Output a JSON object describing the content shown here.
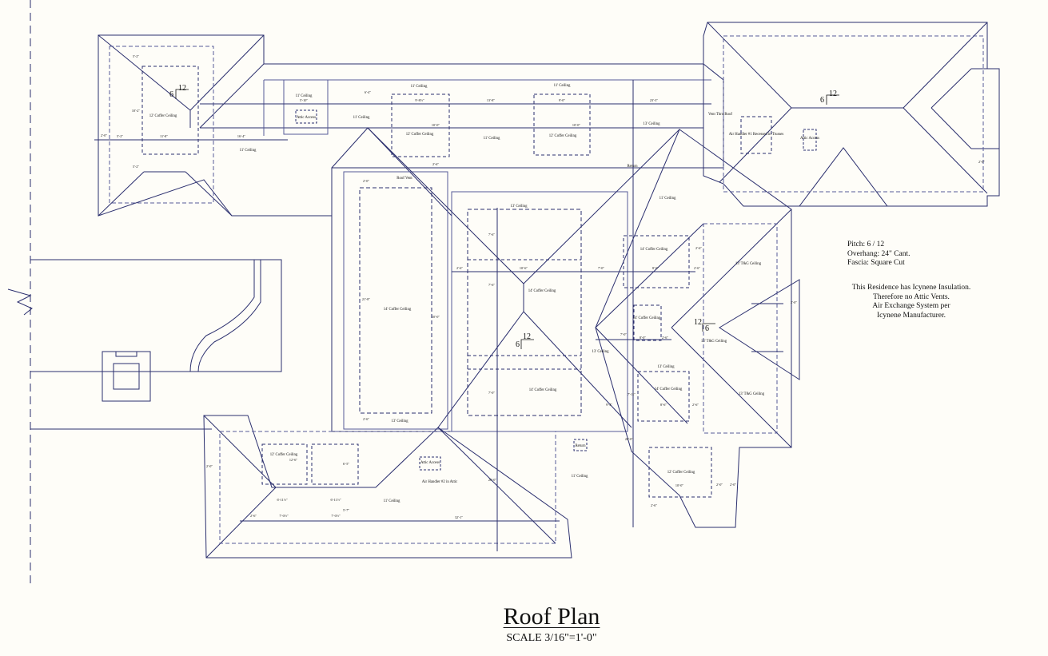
{
  "title": "Roof Plan",
  "scale": "SCALE 3/16\"=1'-0\"",
  "notes": {
    "pitch": "Pitch: 6 / 12",
    "overhang": "Overhang: 24\" Cant.",
    "fascia": "Fascia: Square Cut",
    "insulation_1": "This Residence has Icynene Insulation.",
    "insulation_2": "Therefore no Attic Vents.",
    "insulation_3": "Air Exchange System per",
    "insulation_4": "Icynene Manufacturer."
  },
  "pitch_symbol": {
    "rise": "6",
    "run": "12"
  },
  "rooms": {
    "r1": "12' Coffer Ceiling",
    "r2": "11' Ceiling",
    "r3": "11' Ceiling",
    "r4": "11' Ceiling",
    "r5": "11' Ceiling",
    "r6": "12' Coffer Ceiling",
    "r7": "11' Ceiling",
    "r8": "12' Coffer Ceiling",
    "r9": "11' Ceiling",
    "r10": "13' Ceiling",
    "r11": "Air Handler #1 Recessed in Trusses",
    "r12": "Attic Access",
    "r13": "11' Ceiling",
    "r14": "13' Ceiling",
    "r15": "14' Coffer Ceiling",
    "r16": "14' Coffer Ceiling",
    "r17": "14' Coffer Ceiling",
    "r18": "14' Coffer Ceiling",
    "r19": "13' Ceiling",
    "r20": "13' T&G Ceiling",
    "r21": "13' T&G Ceiling",
    "r22": "13' T&G Ceiling",
    "r23": "14' Coffer Ceiling",
    "r24": "13' Ceiling",
    "r25": "14' Coffer Ceiling",
    "r26": "13' Ceiling",
    "r27": "12' Coffer Ceiling",
    "r28": "Attic Access",
    "r29": "Air Handler #2 in Attic",
    "r30": "11' Ceiling",
    "r31": "11' Ceiling",
    "r32": "12' Coffer Ceiling",
    "r33": "Attic Access",
    "r34": "Return",
    "r35": "Return",
    "r36": "Vent Thru Roof",
    "r37": "Roof Vent"
  },
  "dims": {
    "d1": "5'-2\"",
    "d2": "10'-2\"",
    "d3": "2'-0\"",
    "d4": "5'-2\"",
    "d5": "11'-8\"",
    "d6": "16'-4\"",
    "d7": "5'-2\"",
    "d8": "6'-4\"",
    "d9": "9'-8½\"",
    "d10": "13'-8\"",
    "d11": "9'-0\"",
    "d12": "23'-3\"",
    "d13": "10'-0\"",
    "d14": "10'-0\"",
    "d15": "2'-0\"",
    "d16": "2'-6\"",
    "d17": "7'-6\"",
    "d18": "10'-6\"",
    "d19": "7'-0\"",
    "d20": "8'-0\"",
    "d21": "2'-6\"",
    "d22": "7'-6\"",
    "d23": "7'-0\"",
    "d24": "7'-0\"",
    "d25": "8'-0\"",
    "d26": "2'-6\"",
    "d27": "7'-11\"",
    "d28": "8'-6\"",
    "d29": "2'-6\"",
    "d30": "9'-4\"",
    "d31": "20'-0\"",
    "d32": "2'-0\"",
    "d33": "2'-0\"",
    "d34": "10'-0\"",
    "d35": "2'-6\"",
    "d36": "2'-0\"",
    "d37": "12'-6\"",
    "d38": "6'-11½\"",
    "d39": "6'-11½\"",
    "d40": "7'-0½\"",
    "d41": "7'-0½\"",
    "d42": "2'-6\"",
    "d43": "32'-1\"",
    "d44": "2'-0\"",
    "d45": "5'-10\"",
    "d46": "6'-5\"",
    "d47": "26'-0\"",
    "d48": "5'-7\"",
    "d49": "21'-8\"",
    "d50": "2'-6\"",
    "d51": "2'-6\"",
    "d52": "10'-0\"",
    "d53": "2'-0\"",
    "d54": "2'-6\""
  },
  "colors": {
    "line": "#2b2f6e",
    "dash": "#555a99",
    "paper": "#fefdf8"
  }
}
